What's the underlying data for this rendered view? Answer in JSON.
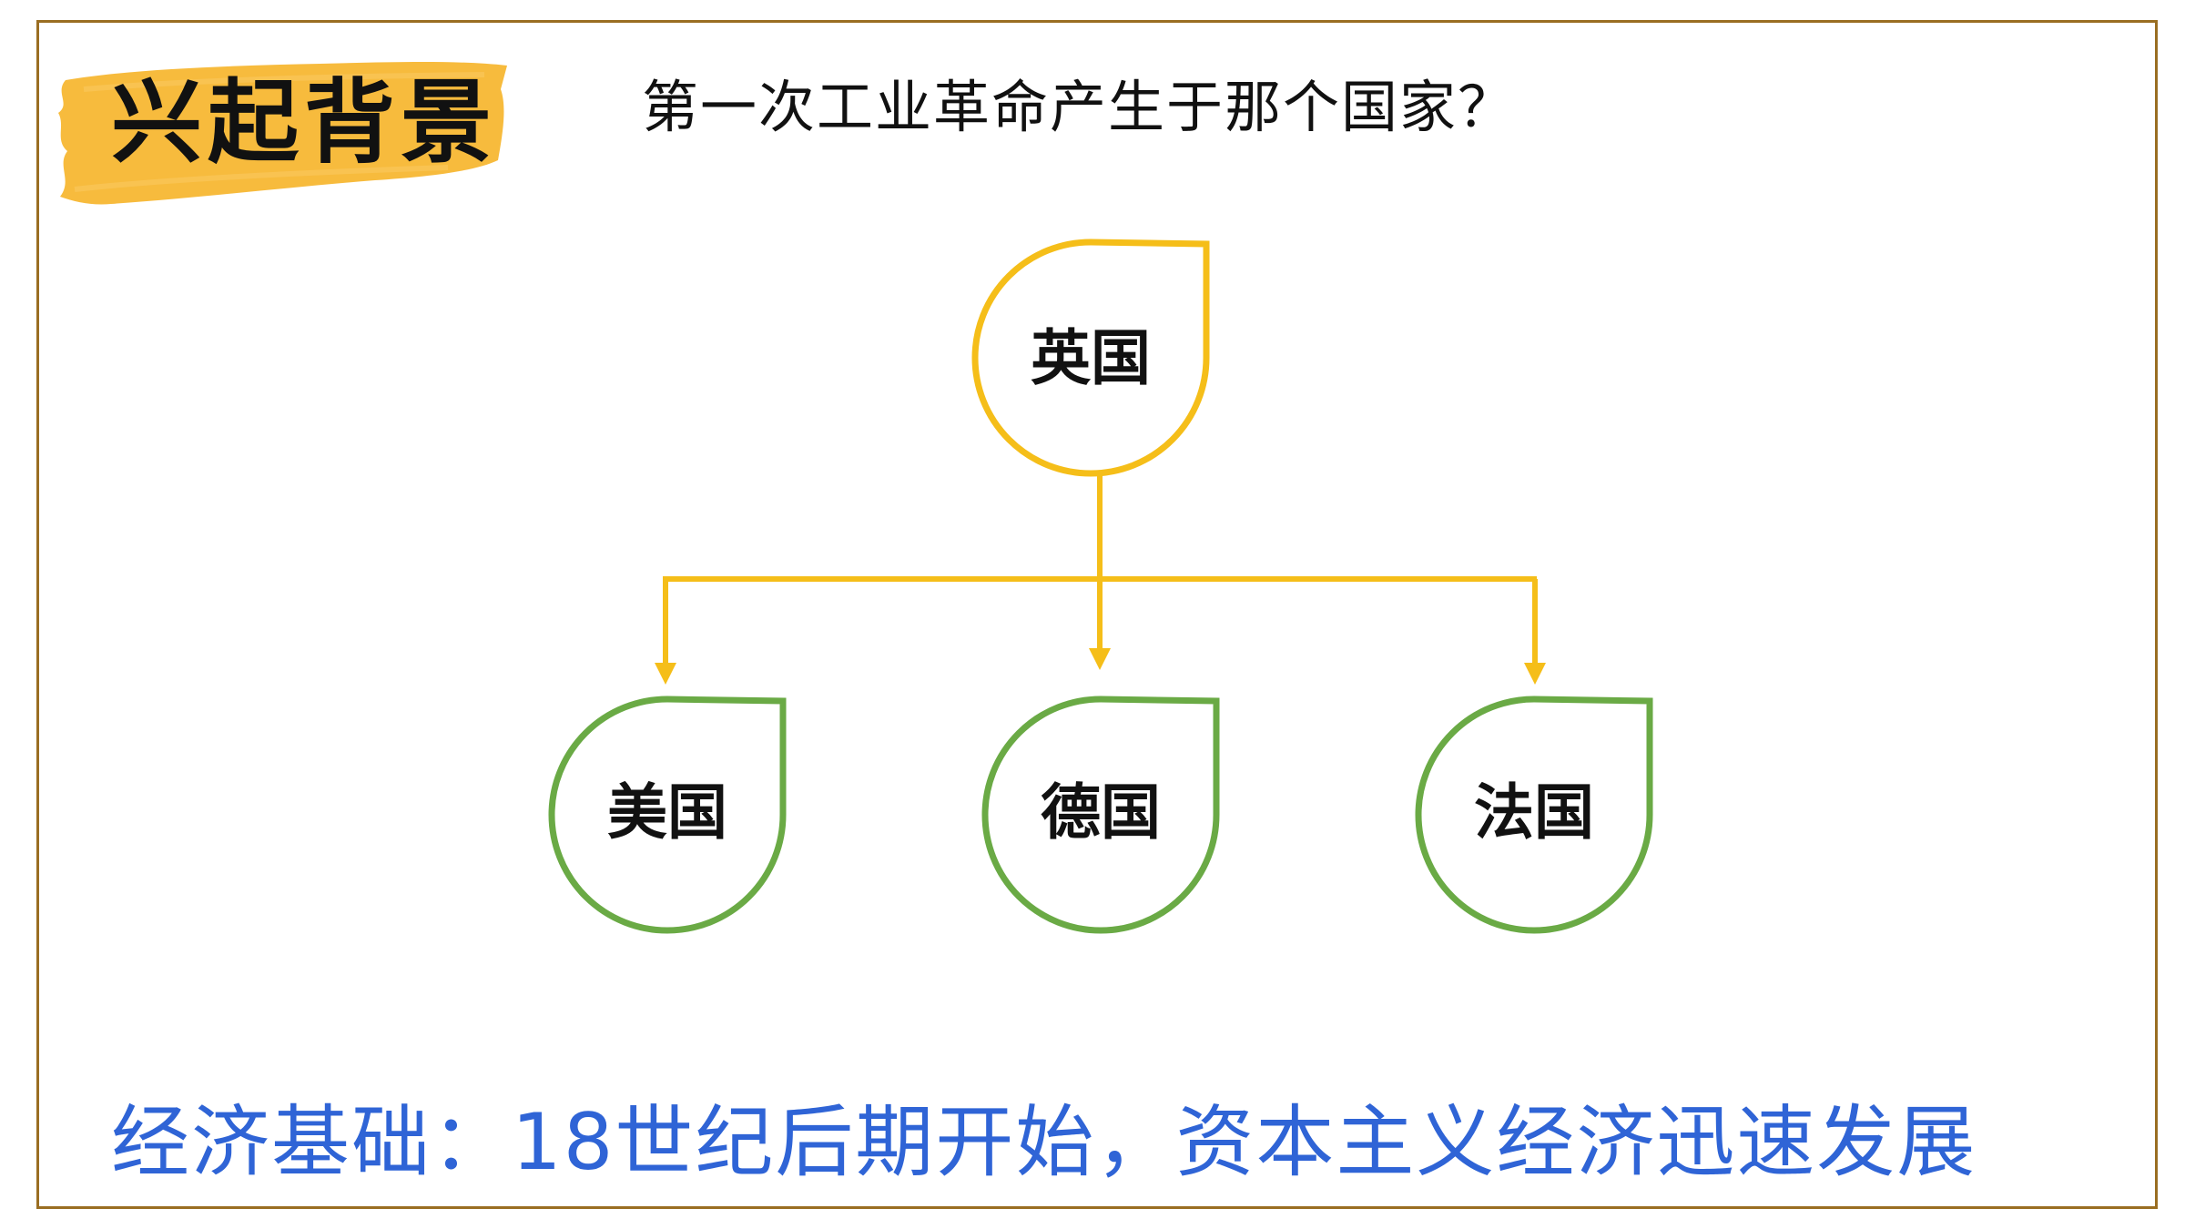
{
  "header": {
    "badge_title": "兴起背景",
    "question": "第一次工业革命产生于那个国家？"
  },
  "diagram": {
    "root": {
      "label": "英国"
    },
    "children": [
      {
        "label": "美国"
      },
      {
        "label": "德国"
      },
      {
        "label": "法国"
      }
    ]
  },
  "footer": {
    "text": "经济基础：18世纪后期开始，资本主义经济迅速发展"
  },
  "colors": {
    "frame": "#9a6e22",
    "badge": "#f7b733",
    "root_stroke": "#f5be19",
    "connector": "#f5be19",
    "child_stroke": "#6aaa45",
    "footer_text": "#2f64d6"
  }
}
